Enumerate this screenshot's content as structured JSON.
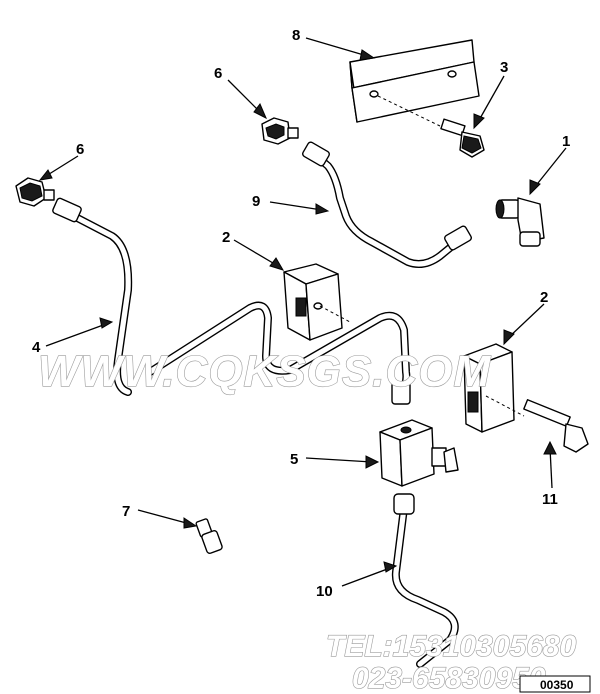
{
  "callouts": {
    "c1": "1",
    "c2a": "2",
    "c2b": "2",
    "c3": "3",
    "c4": "4",
    "c5": "5",
    "c6a": "6",
    "c6b": "6",
    "c7": "7",
    "c8": "8",
    "c9": "9",
    "c10": "10",
    "c11": "11"
  },
  "watermark": {
    "site": "WWW.CQKSGS.COM",
    "tel": "TEL:15310305680",
    "phone": "023-65830950"
  },
  "figure_code": "00350"
}
